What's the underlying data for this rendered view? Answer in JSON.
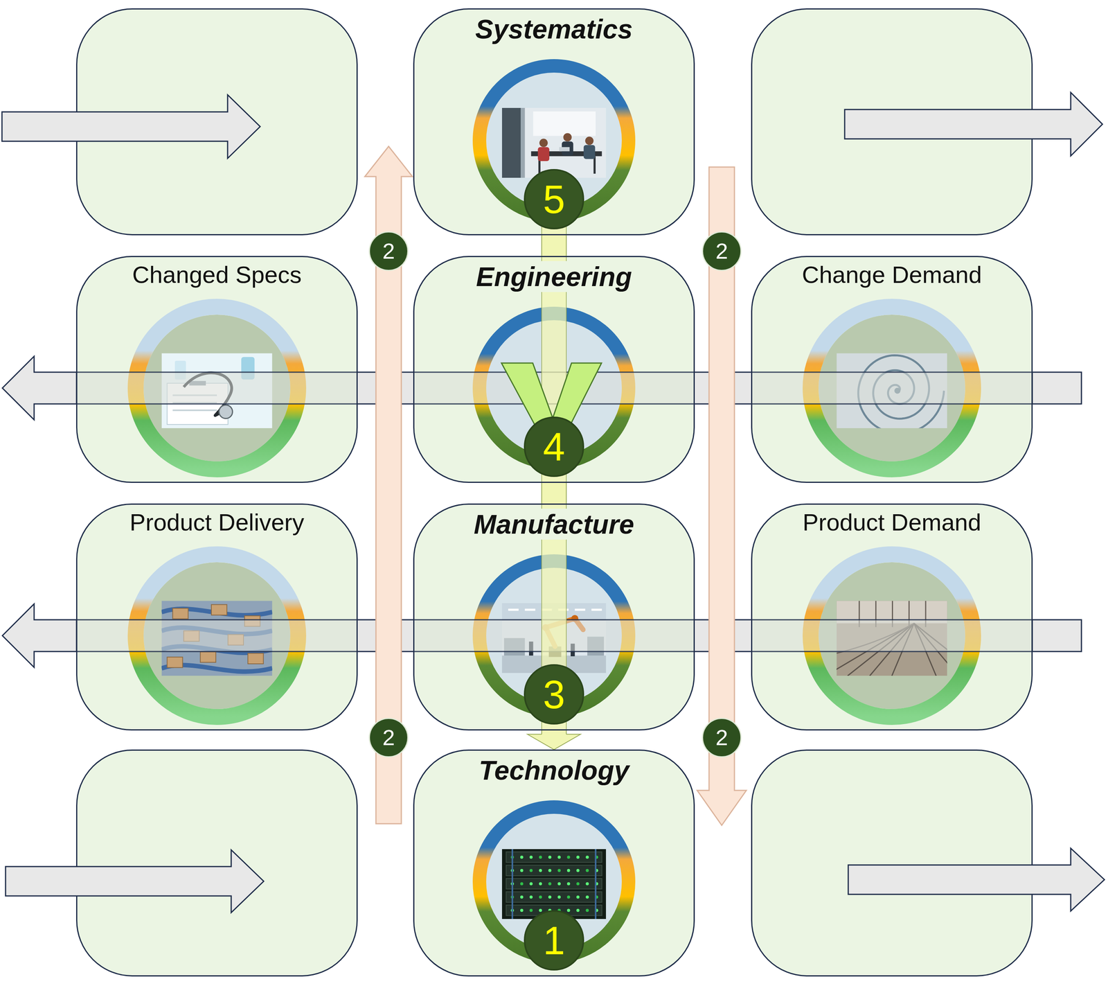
{
  "diagram": {
    "nodes": [
      {
        "text": [
          "Systematics"
        ]
      },
      {
        "text": [
          "Changed Specs"
        ]
      },
      {
        "text": [
          "Engineering"
        ]
      },
      {
        "text": [
          "Change Demand"
        ]
      },
      {
        "text": [
          "Product Delivery"
        ]
      },
      {
        "text": [
          "Manufacture"
        ]
      },
      {
        "text": [
          "Product Demand"
        ]
      },
      {
        "text": [
          "Technology"
        ]
      }
    ],
    "edges": [
      {
        "from": 0,
        "to": 2,
        "arrow": "none"
      },
      {
        "from": 3,
        "to": 2,
        "arrow": "none"
      },
      {
        "from": 2,
        "to": 1,
        "arrow": "none"
      },
      {
        "from": 6,
        "to": 5,
        "arrow": "none"
      },
      {
        "from": 5,
        "to": 4,
        "arrow": "none"
      },
      {
        "from": 2,
        "to": 5,
        "arrow": "none"
      },
      {
        "from": 5,
        "to": 7,
        "arrow": "to"
      }
    ],
    "labels": [
      "5",
      "2",
      "2",
      "4",
      "3",
      "2",
      "2",
      "1"
    ]
  }
}
